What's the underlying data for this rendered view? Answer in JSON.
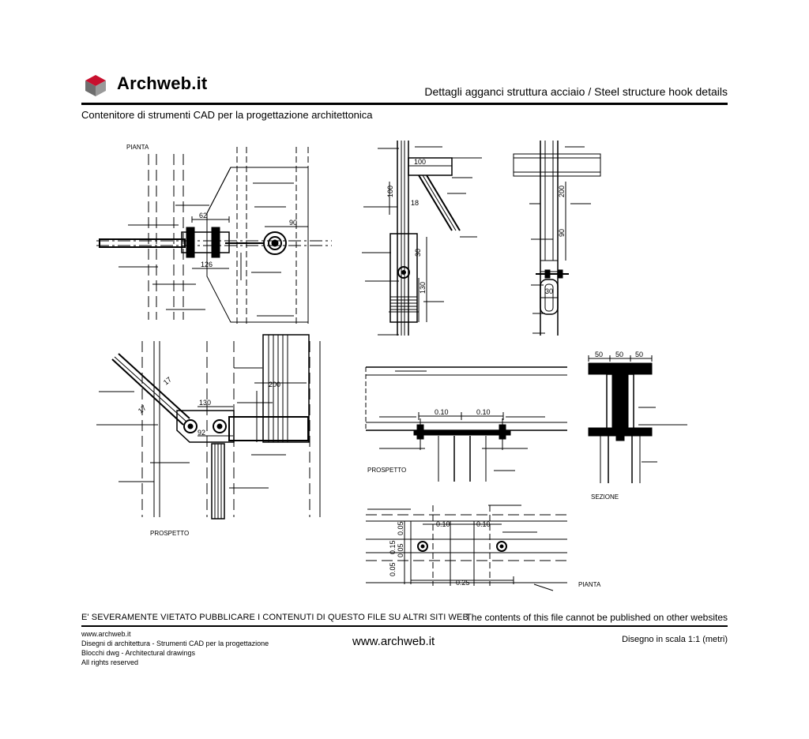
{
  "header": {
    "brand": "Archweb.it",
    "title": "Dettagli agganci struttura acciaio  /  Steel structure hook details",
    "subtitle": "Contenitore di strumenti CAD per la progettazione architettonica",
    "logo_colors": {
      "top": "#c8102e",
      "left": "#6e6e6e",
      "right": "#9a9a9a"
    }
  },
  "drawing": {
    "views": {
      "pianta_1": "PIANTA",
      "prospetto_1": "PROSPETTO",
      "prospetto_2": "PROSPETTO",
      "sezione": "SEZIONE",
      "pianta_2": "PIANTA"
    },
    "dimensions": {
      "d62": "62",
      "d90a": "90",
      "d126": "126",
      "d100a": "100",
      "d100b": "100",
      "d18": "18",
      "d30a": "30",
      "d130": "130",
      "d200": "200",
      "d90b": "90",
      "d30b": "30",
      "d130b": "130",
      "d92": "92",
      "d200b": "200",
      "d010a": "0.10",
      "d010b": "0.10",
      "d010c": "0.10",
      "d010d": "0.10",
      "d025": "0.25",
      "d015": "0.15",
      "d005a": "0.05",
      "d005b": "0.05",
      "d005c": "0.05",
      "d50a": "50",
      "d50b": "50",
      "d50c": "50",
      "d17a": "17",
      "d17b": "17"
    }
  },
  "footer": {
    "notice_it": "E' SEVERAMENTE VIETATO PUBBLICARE I CONTENUTI DI QUESTO FILE SU ALTRI SITI WEB",
    "notice_en": "The contents of this file cannot be published on other websites",
    "lines": [
      "www.archweb.it",
      "Disegni di architettura - Strumenti CAD  per la progettazione",
      "Blocchi dwg - Architectural drawings",
      "All rights reserved"
    ],
    "url": "www.archweb.it",
    "scale": "Disegno in scala 1:1 (metri)"
  }
}
